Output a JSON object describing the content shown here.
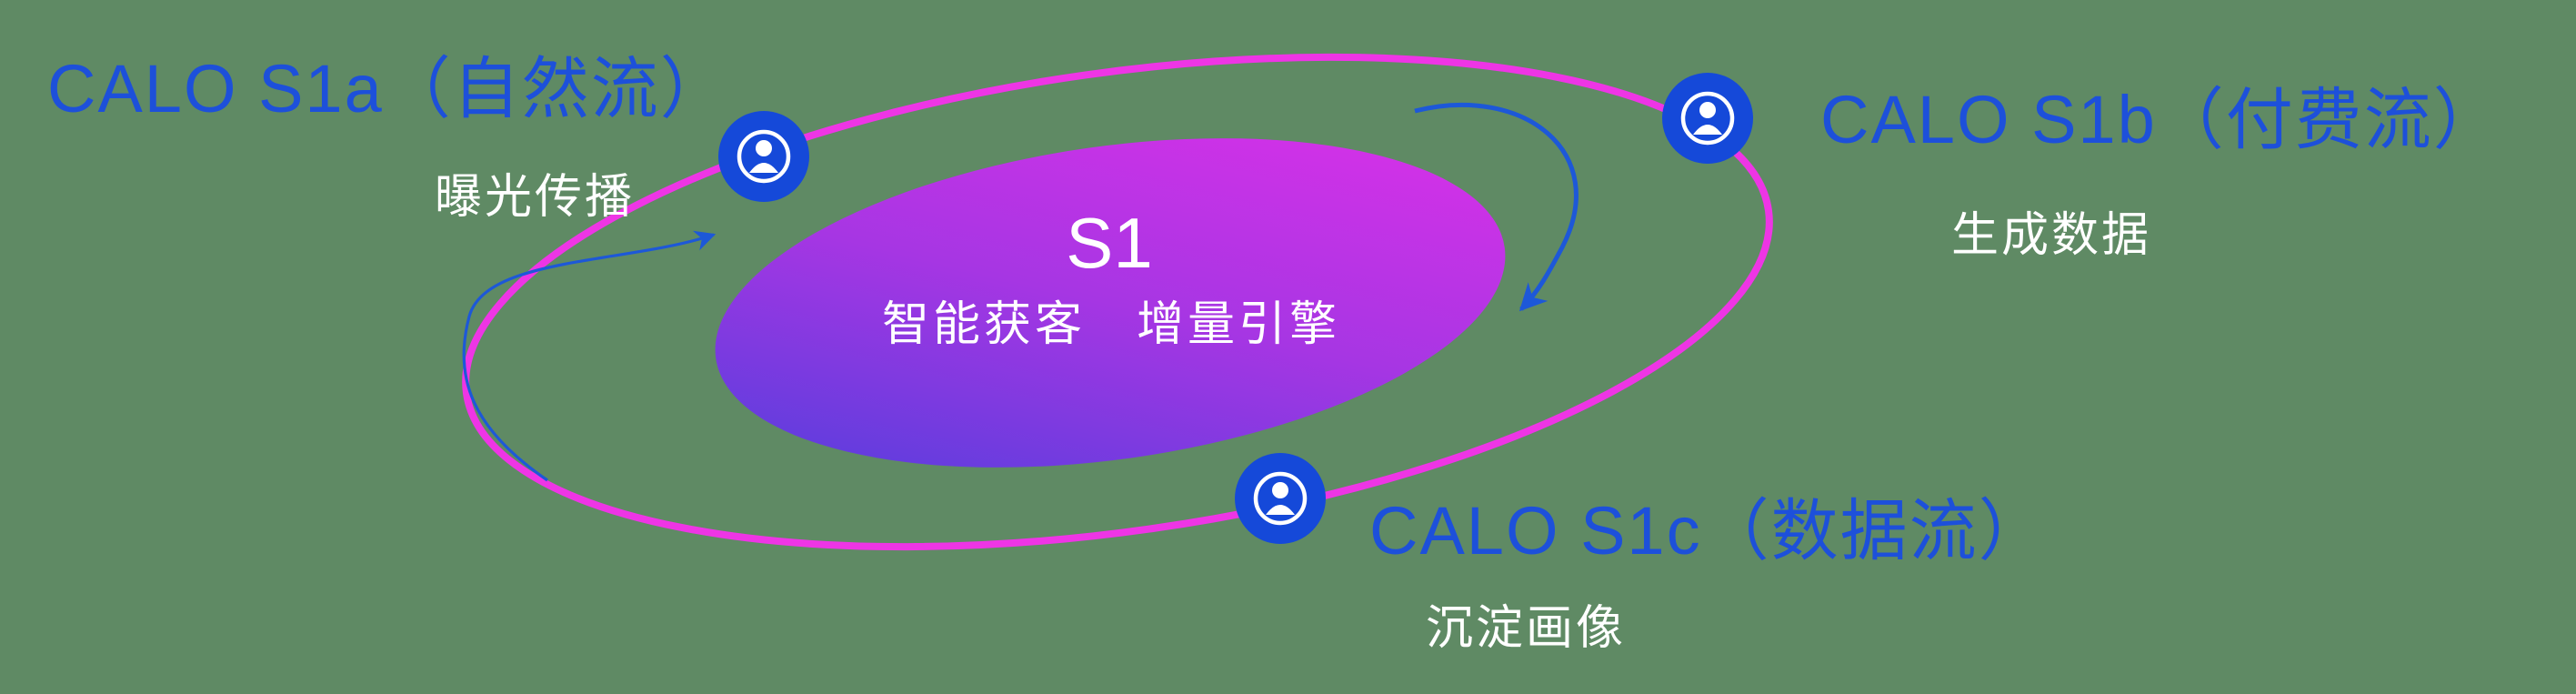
{
  "diagram": {
    "center": {
      "title": "S1",
      "subtitle": "智能获客　增量引擎"
    },
    "nodes": [
      {
        "id": "s1a",
        "label": "CALO S1a（自然流）",
        "sublabel": "曝光传播",
        "icon": "user-icon"
      },
      {
        "id": "s1b",
        "label": "CALO S1b（付费流）",
        "sublabel": "生成数据",
        "icon": "user-icon"
      },
      {
        "id": "s1c",
        "label": "CALO S1c（数据流）",
        "sublabel": "沉淀画像",
        "icon": "user-icon"
      }
    ],
    "colors": {
      "background_green": "#5f8a64",
      "label_blue": "#1d50da",
      "node_blue": "#1549d9",
      "orbit_pink": "#ee35e5",
      "core_gradient_start": "#4b3fdc",
      "core_gradient_mid": "#a636e3",
      "core_gradient_end": "#e130e9",
      "arrow_blue": "#1d58d8",
      "text_white": "#ffffff"
    }
  }
}
